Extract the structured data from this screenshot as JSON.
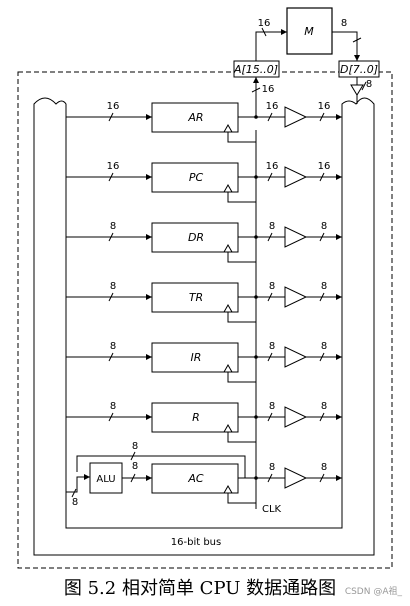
{
  "memory": {
    "label": "M",
    "addr_width": "16",
    "data_width": "8"
  },
  "addr_port": {
    "label": "A[15..0]",
    "width": "16"
  },
  "data_port": {
    "label": "D[7..0]",
    "width": "8"
  },
  "registers": [
    {
      "name": "AR",
      "in_width": "16",
      "out_width": "16",
      "buf_width": "16"
    },
    {
      "name": "PC",
      "in_width": "16",
      "out_width": "16",
      "buf_width": "16"
    },
    {
      "name": "DR",
      "in_width": "8",
      "out_width": "8",
      "buf_width": "8"
    },
    {
      "name": "TR",
      "in_width": "8",
      "out_width": "8",
      "buf_width": "8"
    },
    {
      "name": "IR",
      "in_width": "8",
      "out_width": "8",
      "buf_width": "8"
    },
    {
      "name": "R",
      "in_width": "8",
      "out_width": "8",
      "buf_width": "8"
    },
    {
      "name": "AC",
      "in_width": "8",
      "out_width": "8",
      "buf_width": "8"
    }
  ],
  "alu": {
    "label": "ALU",
    "bus_width": "8",
    "feedback_width": "8",
    "in_width": "8"
  },
  "clk_label": "CLK",
  "bus_label": "16-bit bus",
  "caption": "图 5.2 相对简单 CPU 数据通路图",
  "watermark": "CSDN @A祖_"
}
